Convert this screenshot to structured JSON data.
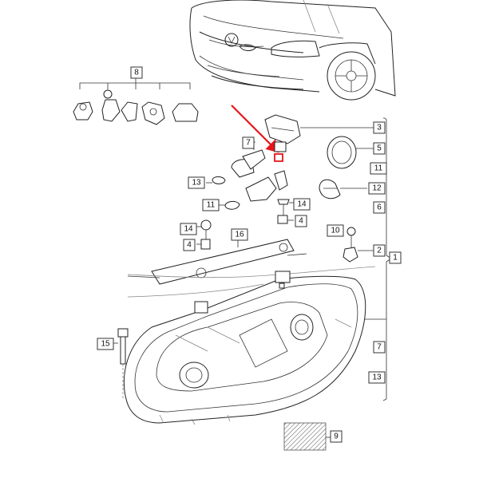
{
  "callouts": [
    {
      "id": "c1",
      "label": "1"
    },
    {
      "id": "c2",
      "label": "2"
    },
    {
      "id": "c3",
      "label": "3"
    },
    {
      "id": "c4a",
      "label": "4"
    },
    {
      "id": "c4b",
      "label": "4"
    },
    {
      "id": "c5",
      "label": "5"
    },
    {
      "id": "c6",
      "label": "6"
    },
    {
      "id": "c7a",
      "label": "7"
    },
    {
      "id": "c7b",
      "label": "7"
    },
    {
      "id": "c8",
      "label": "8"
    },
    {
      "id": "c9",
      "label": "9"
    },
    {
      "id": "c10",
      "label": "10"
    },
    {
      "id": "c11a",
      "label": "11"
    },
    {
      "id": "c11b",
      "label": "11"
    },
    {
      "id": "c12",
      "label": "12"
    },
    {
      "id": "c13a",
      "label": "13"
    },
    {
      "id": "c13b",
      "label": "13"
    },
    {
      "id": "c14a",
      "label": "14"
    },
    {
      "id": "c14b",
      "label": "14"
    },
    {
      "id": "c15",
      "label": "15"
    },
    {
      "id": "c16",
      "label": "16"
    }
  ],
  "colors": {
    "highlight_arrow": "#e8141b",
    "line": "#222222",
    "hatch": "#888888"
  }
}
